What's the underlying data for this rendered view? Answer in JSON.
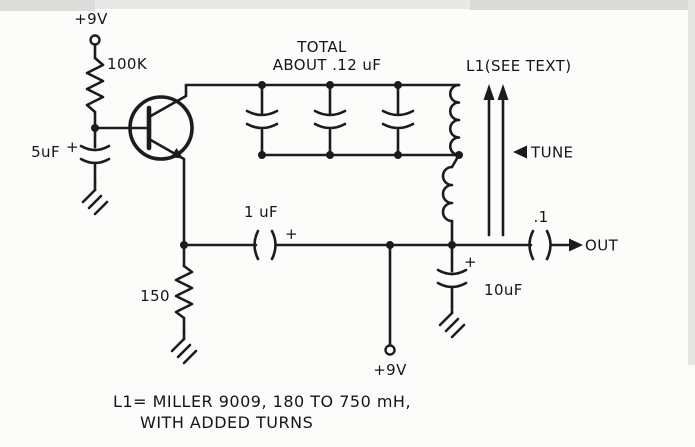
{
  "diagram": {
    "kind": "hand-drawn circuit schematic",
    "ink_color": "#1c1c1c",
    "paper_color": "#fcfcfa"
  },
  "labels": {
    "supply_top": "+9V",
    "r1_value": "100K",
    "c1_value": "5uF",
    "c1_polarity": "+",
    "tank_total_line1": "TOTAL",
    "tank_total_line2": "ABOUT .12 uF",
    "l1": "L1(SEE TEXT)",
    "tune": "TUNE",
    "c2_value": "1 uF",
    "c2_polarity": "+",
    "r2_value": "150",
    "c3_value": ".1",
    "out": "OUT",
    "c4_value": "10uF",
    "c4_polarity": "+",
    "supply_bottom": "+9V",
    "note_line1": "L1= MILLER 9009, 180 TO 750 mH,",
    "note_line2": "WITH ADDED TURNS"
  }
}
